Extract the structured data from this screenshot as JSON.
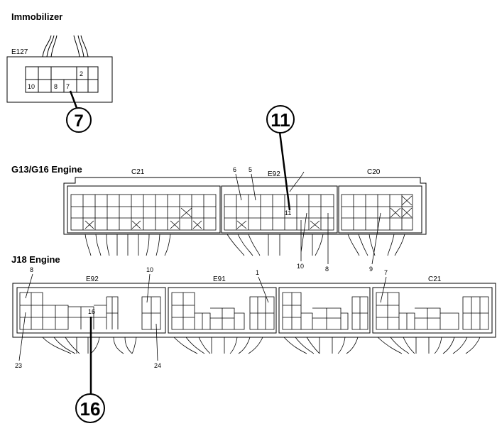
{
  "sections": {
    "immobilizer": {
      "title": "Immobilizer",
      "connector": "E127",
      "pins": [
        "10",
        "8",
        "7",
        "2"
      ],
      "callout": "7"
    },
    "g13": {
      "title": "G13/G16 Engine",
      "connectors": [
        "C21",
        "E92",
        "C20"
      ],
      "pins": [
        "6",
        "5",
        "11",
        "10",
        "8",
        "9"
      ],
      "callout": "11"
    },
    "j18": {
      "title": "J18 Engine",
      "connectors": [
        "E92",
        "E91",
        "C21"
      ],
      "pins": [
        "8",
        "10",
        "1",
        "7",
        "16",
        "23",
        "24"
      ],
      "callout": "16"
    }
  }
}
